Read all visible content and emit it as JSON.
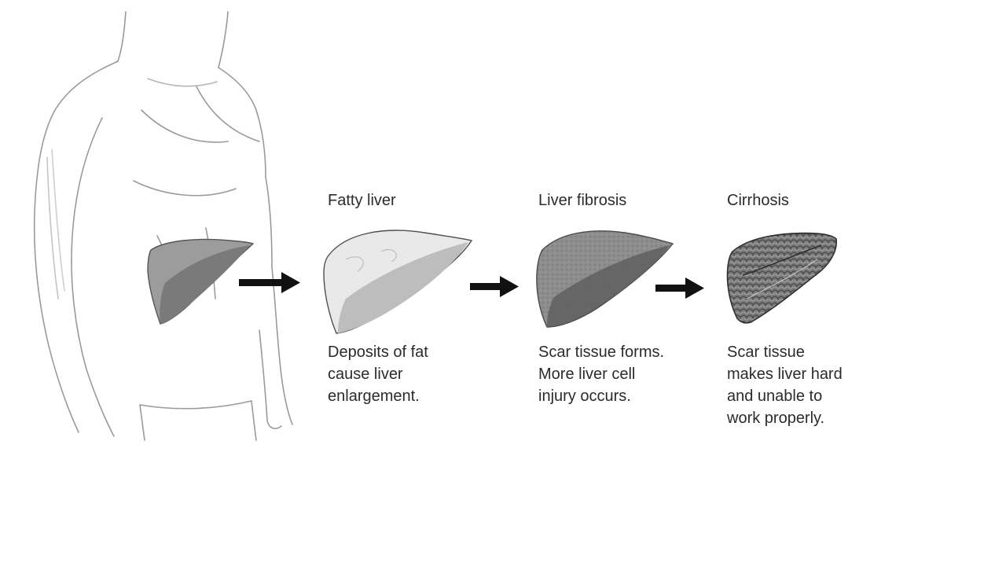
{
  "stages": [
    {
      "title": "Fatty liver",
      "description": [
        "Deposits of fat",
        "cause liver",
        "enlargement."
      ]
    },
    {
      "title": "Liver fibrosis",
      "description": [
        "Scar tissue forms.",
        "More liver cell",
        "injury occurs."
      ]
    },
    {
      "title": "Cirrhosis",
      "description": [
        "Scar tissue",
        "makes liver hard",
        "and unable to",
        "work properly."
      ]
    }
  ]
}
